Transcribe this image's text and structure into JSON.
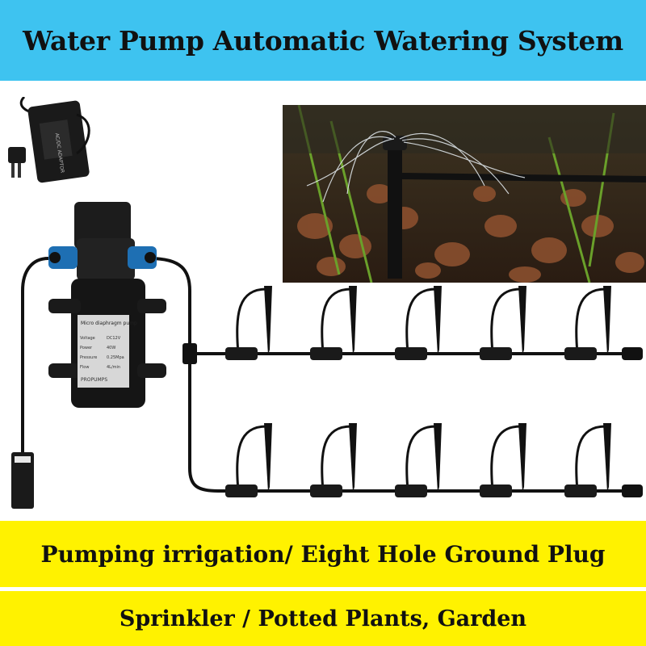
{
  "header": {
    "title": "Water Pump Automatic Watering System"
  },
  "banners": [
    {
      "text": "Pumping irrigation/ Eight Hole Ground Plug"
    },
    {
      "text": "Sprinkler / Potted Plants, Garden"
    }
  ],
  "product": {
    "adapter_label": "AC/DC ADAPTOR",
    "pump_label_title": "Micro diaphragm pump",
    "pump_specs": [
      {
        "name": "Voltage",
        "value": "DC12V"
      },
      {
        "name": "Power",
        "value": "40W"
      },
      {
        "name": "Pressure",
        "value": "0.25Mpa"
      },
      {
        "name": "Flow",
        "value": "4L/min"
      }
    ],
    "brand": "PROPUMPS"
  },
  "colors": {
    "top_banner": "#3ec3f0",
    "bottom_banners": "#fff200",
    "tubing": "#111111",
    "pump_fitting": "#1e6fb3"
  }
}
